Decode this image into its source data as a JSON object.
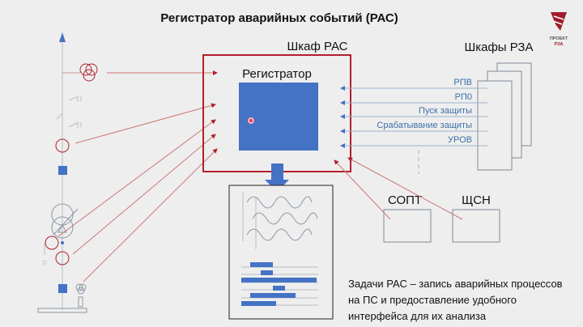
{
  "title": "Регистратор аварийных событий (РАС)",
  "logo": {
    "line1": "ПРОЕКТ",
    "line2": "РЗА"
  },
  "cabinet": {
    "label": "Шкаф РАС",
    "device_label": "Регистратор"
  },
  "rza": {
    "label": "Шкафы РЗА",
    "signals": [
      "РПВ",
      "РП0",
      "Пуск защиты",
      "Срабатывание защиты",
      "УРОВ"
    ]
  },
  "aux": {
    "sopt": "СОПТ",
    "schsn": "ЩСН"
  },
  "description": {
    "lines": [
      "Задачи РАС – запись аварийных процессов",
      "на ПС и предоставление удобного",
      "интерфейса для их анализа"
    ]
  },
  "colors": {
    "red": "#b0202c",
    "blue": "#4472c4",
    "signal_text": "#3d6fa8",
    "gray": "#9aa3ad"
  }
}
